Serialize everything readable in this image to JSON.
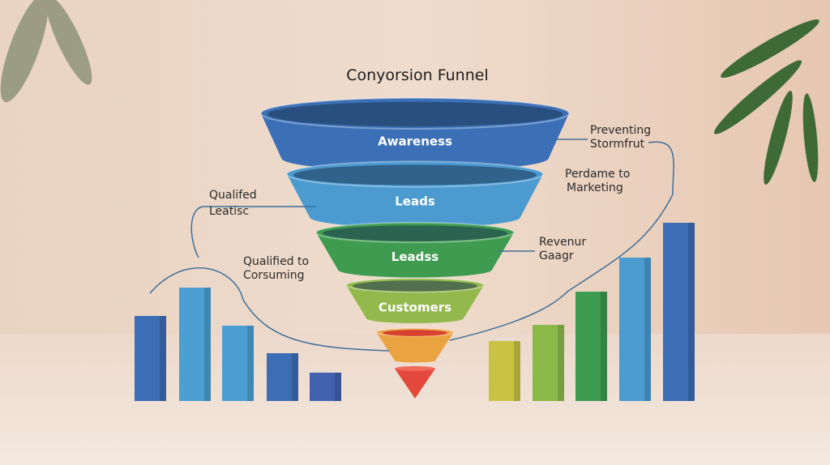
{
  "title": "Conyorsion Funnel",
  "stages": [
    {
      "label": "Awareness",
      "color": "#3b6fb6"
    },
    {
      "label": "Leads",
      "color": "#4b9ad0"
    },
    {
      "label": "Leadss",
      "color": "#3f9b50"
    },
    {
      "label": "Customers",
      "color": "#93b84c"
    },
    {
      "label": "",
      "color": "#eaa341"
    },
    {
      "label": "",
      "color": "#e4483c"
    }
  ],
  "annotations": {
    "preventing": [
      "Preventing",
      "Stormfrut"
    ],
    "perdame": [
      "Perdame to",
      "Marketing"
    ],
    "revenue": [
      "Revenur",
      "Gaagr"
    ],
    "qualified_leads": [
      "Qualifed",
      "Leatisc"
    ],
    "qualified_to": [
      "Qualified to",
      "Corsuming"
    ]
  },
  "left_bars": {
    "colors": [
      "#3d6db5",
      "#4c9fd2",
      "#4c9fd2",
      "#3d6db5",
      "#4262b0"
    ],
    "values": [
      105,
      140,
      93,
      59,
      35
    ]
  },
  "right_bars": {
    "colors": [
      "#c9c243",
      "#8cba4a",
      "#3f9b50",
      "#4b9ad0",
      "#3d6db5"
    ],
    "values": [
      74,
      94,
      135,
      177,
      220
    ]
  }
}
